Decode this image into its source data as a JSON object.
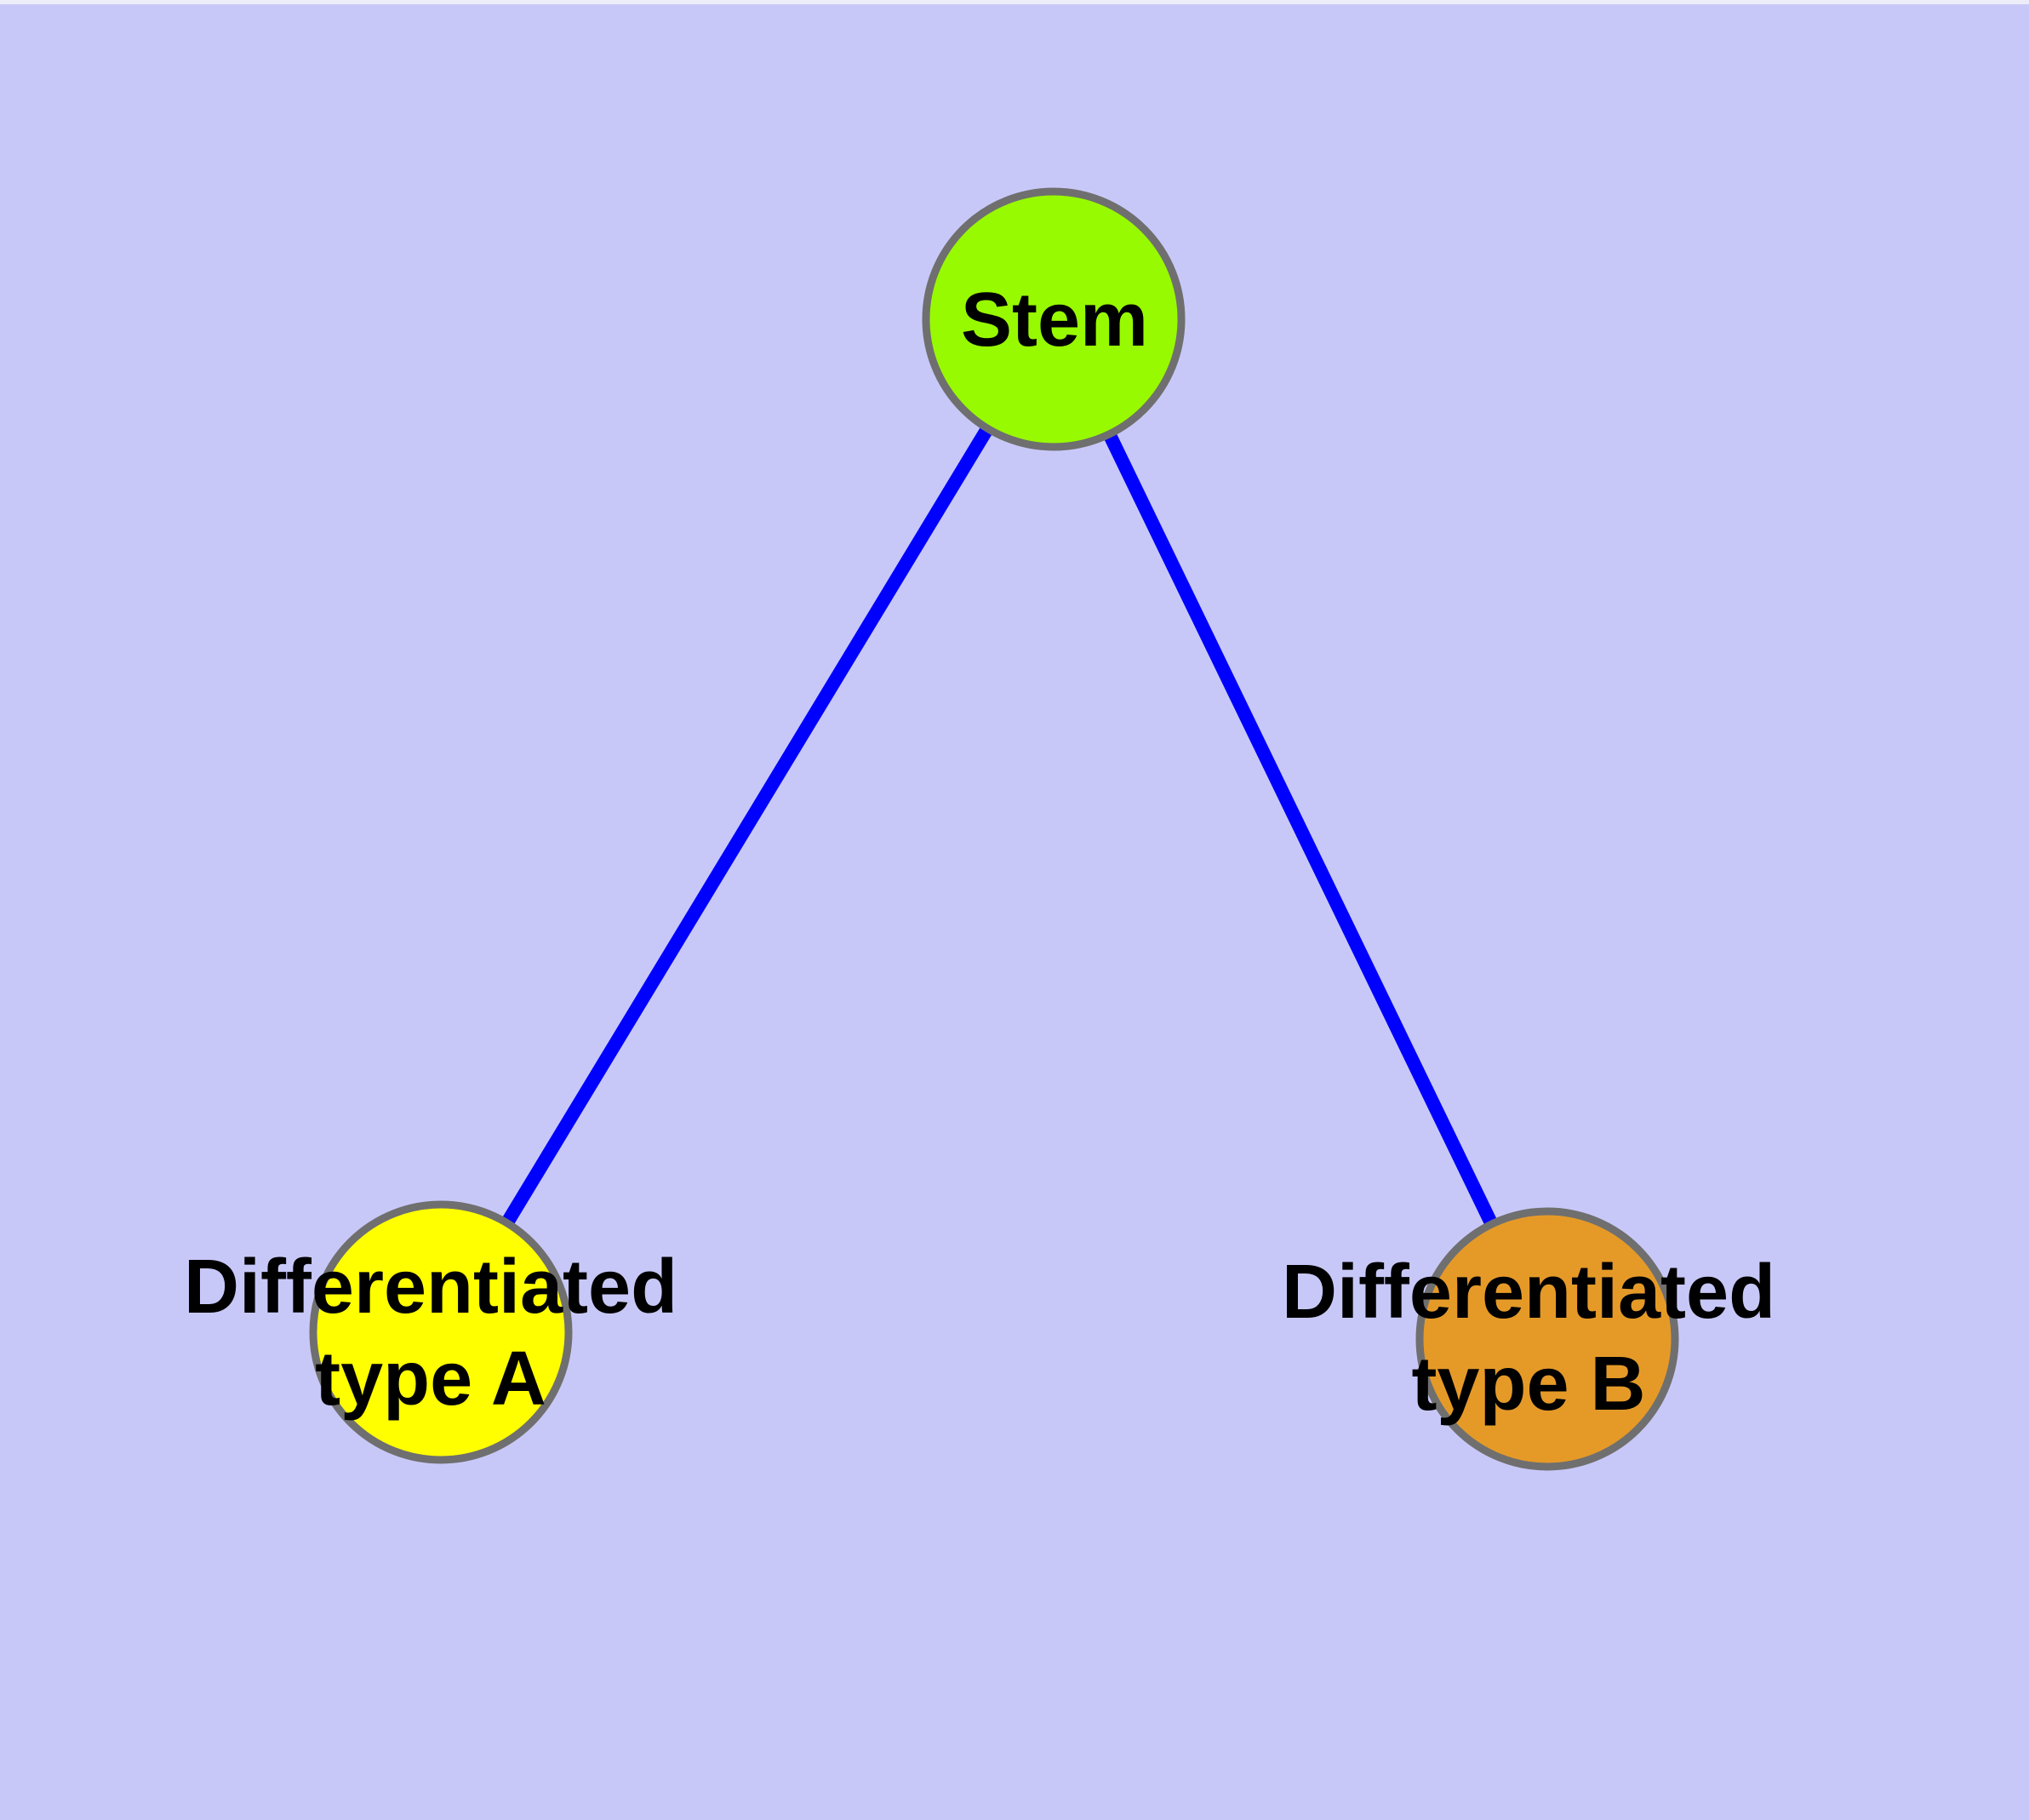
{
  "diagram": {
    "background_color": "#C8C8F8",
    "top_edge_highlight_color": "#EDEDFA",
    "edge_color": "#0000FF",
    "node_border_color": "#6F6F6F",
    "label_color": "#000000",
    "nodes": [
      {
        "id": "stem",
        "label": "Stem",
        "color": "#98FA00"
      },
      {
        "id": "differentiated-type-a",
        "label": "Differentiated\ntype A",
        "color": "#FFFF00"
      },
      {
        "id": "differentiated-type-b",
        "label": "Differentiated\ntype B",
        "color": "#E59A28"
      }
    ],
    "edges": [
      {
        "from": "Stem",
        "to": "Differentiated type A"
      },
      {
        "from": "Stem",
        "to": "Differentiated type B"
      }
    ]
  }
}
